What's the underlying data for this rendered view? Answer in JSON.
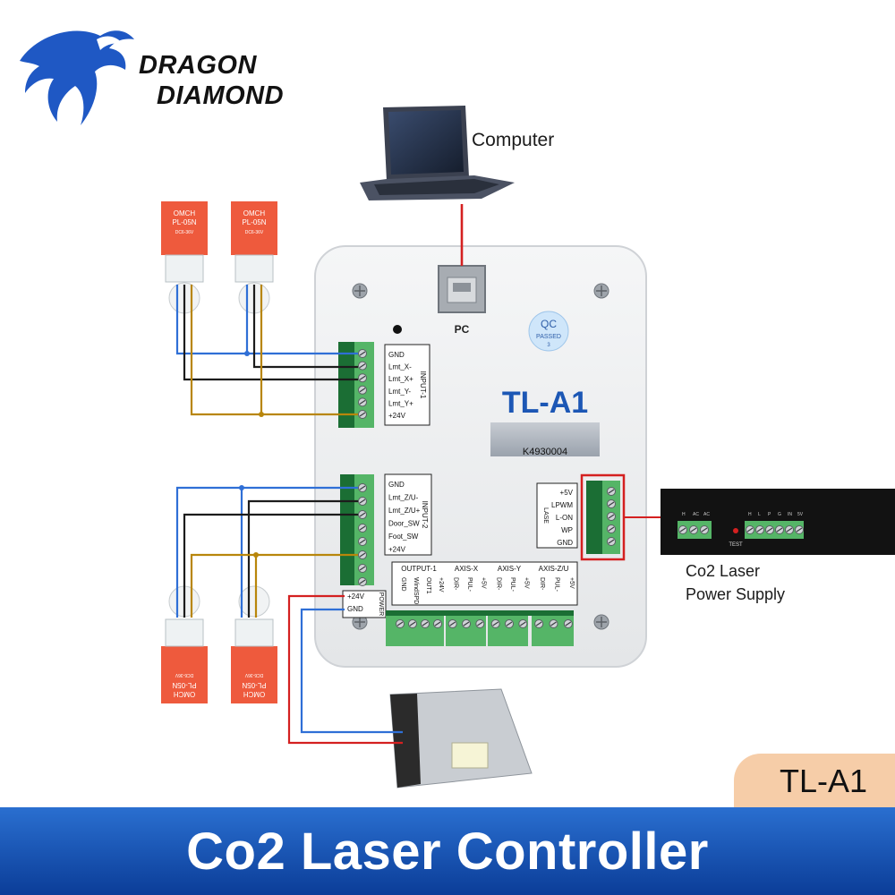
{
  "brand": {
    "line1": "DRAGON",
    "line2": "DIAMOND",
    "logo_icon": "dragon-logo-icon",
    "logo_color": "#1f58c4"
  },
  "computer": {
    "label": "Computer"
  },
  "controller": {
    "model": "TL-A1",
    "serial": "K4930004",
    "port_label": "PC",
    "qc": {
      "line1": "QC",
      "line2": "PASSED",
      "line3": "3"
    },
    "input1": {
      "title": "INPUT-1",
      "pins": [
        "GND",
        "Lmt_X-",
        "Lmt_X+",
        "Lmt_Y-",
        "Lmt_Y+",
        "+24V"
      ]
    },
    "input2": {
      "title": "INPUT-2",
      "pins": [
        "GND",
        "Lmt_Z/U-",
        "Lmt_Z/U+",
        "Door_SW",
        "Foot_SW",
        "+24V"
      ]
    },
    "laser": {
      "title": "LASE",
      "pins": [
        "+5V",
        "LPWM",
        "L-ON",
        "WP",
        "GND"
      ]
    },
    "power": {
      "title": "POWER",
      "pins": [
        "+24V",
        "GND"
      ]
    },
    "output1": {
      "title": "OUTPUT-1",
      "pins": [
        "GND",
        "WindSPD",
        "OUT1",
        "+24V"
      ]
    },
    "axis_x": {
      "title": "AXIS-X",
      "pins": [
        "DIR-",
        "PUL-",
        "+5V"
      ]
    },
    "axis_y": {
      "title": "AXIS-Y",
      "pins": [
        "DIR-",
        "PUL-",
        "+5V"
      ]
    },
    "axis_zu": {
      "title": "AXIS-Z/U",
      "pins": [
        "DIR-",
        "PUL-",
        "+5V"
      ]
    }
  },
  "sensors": {
    "brand": "OMCH",
    "model": "PL-05N",
    "spec_line": "DC6-36V",
    "body_color": "#ee5a3d"
  },
  "laser_psu": {
    "label_line1": "Co2 Laser",
    "label_line2": "Power Supply",
    "test_label": "TEST",
    "pins_left": [
      "H",
      "AC",
      "AC"
    ],
    "pins_right": [
      "H",
      "L",
      "P",
      "G",
      "IN",
      "5V"
    ]
  },
  "wire_colors": {
    "red": "#d42020",
    "blue": "#2f6fd6",
    "black": "#1c1c1c",
    "brown": "#b8860b",
    "terminal_green": "#55b567"
  },
  "footer": {
    "title": "Co2 Laser Controller",
    "badge": "TL-A1",
    "bar_color": "#1d59b9",
    "badge_color": "#f6cda8"
  }
}
